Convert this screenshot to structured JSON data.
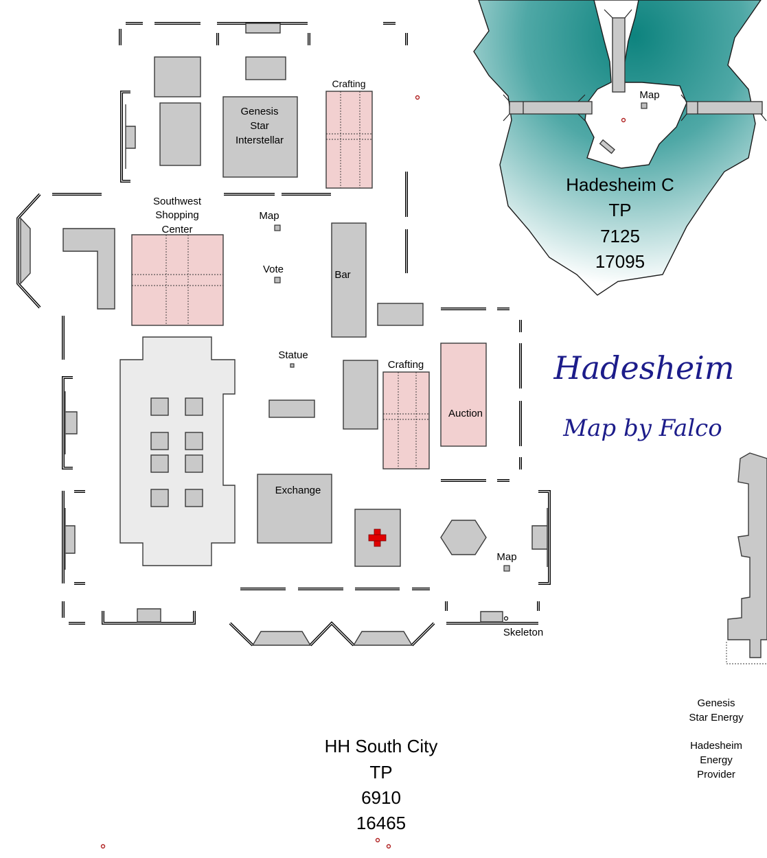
{
  "map": {
    "title": "Hadesheim",
    "subtitle": "Map by Falco"
  },
  "labels": {
    "crafting_north": "Crafting",
    "genesis_star_interstellar": [
      "Genesis",
      "Star",
      "Interstellar"
    ],
    "southwest_shopping_center": [
      "Southwest",
      "Shopping",
      "Center"
    ],
    "map_center": "Map",
    "vote": "Vote",
    "bar": "Bar",
    "statue": "Statue",
    "crafting_south": "Crafting",
    "auction": "Auction",
    "exchange": "Exchange",
    "map_southeast": "Map",
    "skeleton": "Skeleton",
    "map_island": "Map",
    "genesis_star_energy": [
      "Genesis",
      "Star Energy"
    ],
    "hadesheim_energy_provider": [
      "Hadesheim",
      "Energy",
      "Provider"
    ]
  },
  "teleports": [
    {
      "name": "Hadesheim C",
      "type": "TP",
      "x": "7125",
      "y": "17095"
    },
    {
      "name": "HH South City",
      "type": "TP",
      "x": "6910",
      "y": "16465"
    }
  ],
  "colors": {
    "building": "#c9c9c9",
    "shop": "#f2d0d0",
    "hall": "#ebebeb",
    "water": "#0f8a86",
    "title": "#1c1c8a",
    "medical_cross": "#e00000",
    "poi_ring": "#b02020"
  },
  "icons": {
    "medical": "red-cross-icon",
    "poi": "poi-ring-icon",
    "map_terminal": "map-terminal-icon"
  }
}
